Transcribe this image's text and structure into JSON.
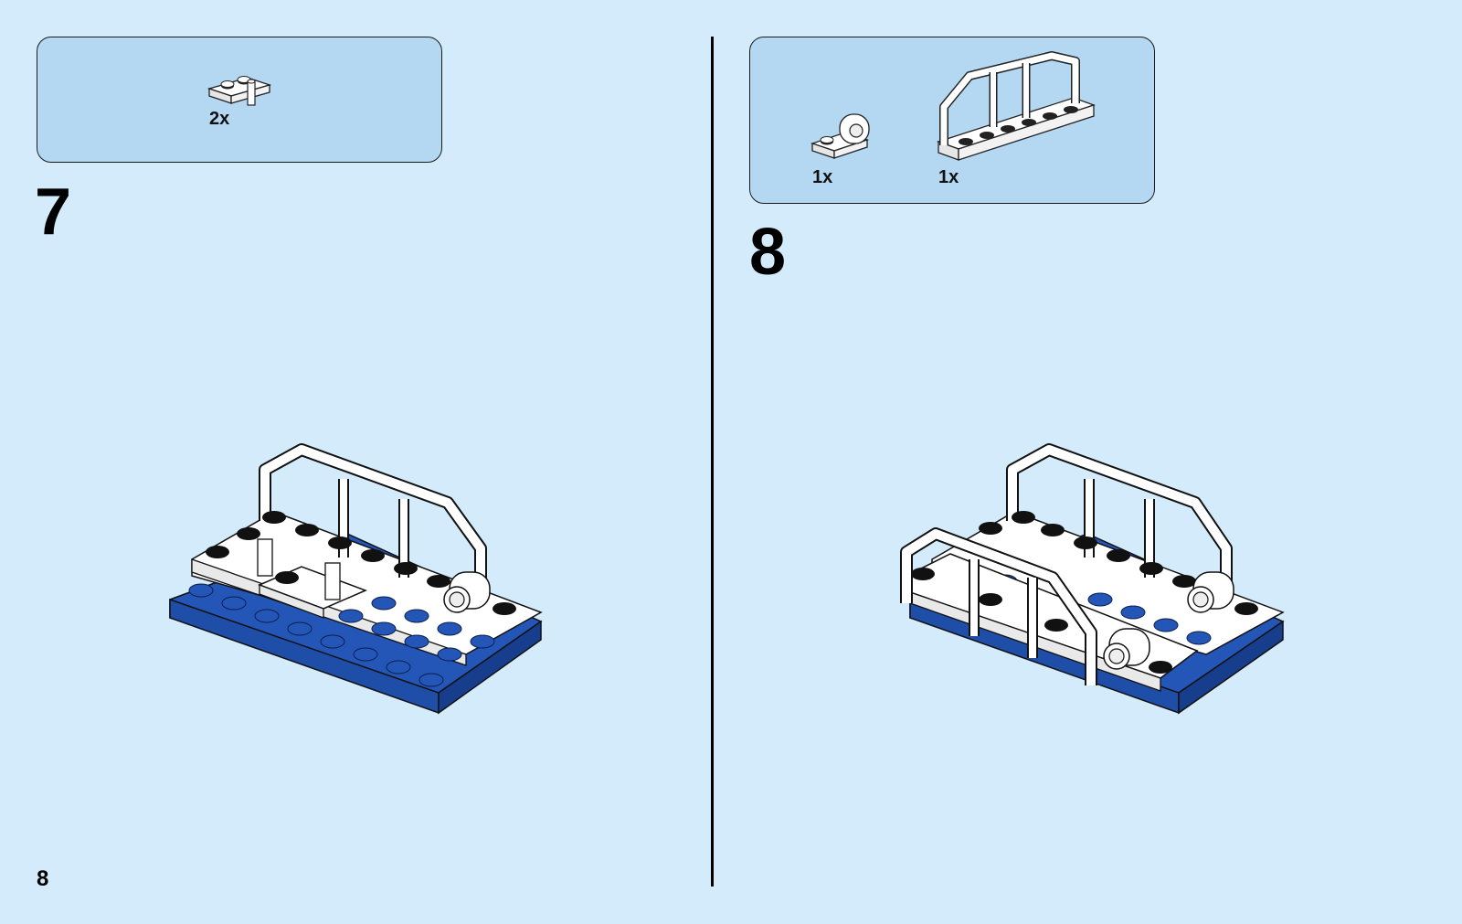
{
  "page": {
    "number": "8"
  },
  "steps": [
    {
      "number": "7",
      "parts": [
        {
          "qty": "2x",
          "icon": "plate-1x2-with-clip-icon"
        }
      ],
      "assembly_icon": "step-7-assembly-icon"
    },
    {
      "number": "8",
      "parts": [
        {
          "qty": "1x",
          "icon": "plate-with-ring-icon"
        },
        {
          "qty": "1x",
          "icon": "fence-rail-1x6-icon"
        }
      ],
      "assembly_icon": "step-8-assembly-icon"
    }
  ],
  "colors": {
    "background": "#d4ebfb",
    "parts_box": "#b5d8f2",
    "brick_blue": "#2456b8",
    "brick_white": "#ffffff",
    "stud_dark": "#1a1a1a"
  }
}
